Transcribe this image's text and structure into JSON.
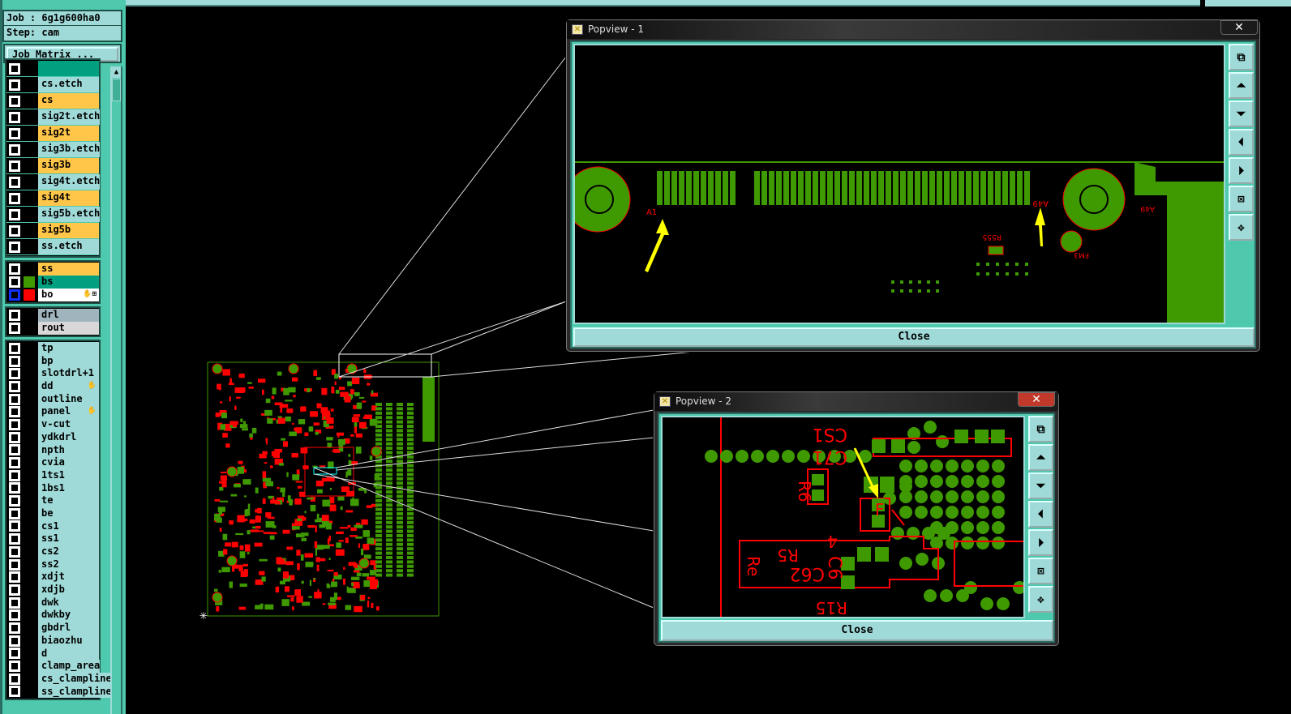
{
  "job": {
    "job_label": "Job : 6g1g600ha0",
    "step_label": "Step: cam",
    "matrix_button": "Job Matrix ..."
  },
  "colors": {
    "board_bg": "#000000",
    "panel": "#4fc9ad",
    "light": "#9fdad8",
    "signal": "#ffc64a",
    "copper_green": "#3f9900",
    "pad_red": "#ff0000",
    "arrow": "#ffff00"
  },
  "layer_groups": [
    [
      {
        "name": "",
        "color": "#00a080"
      },
      {
        "name": "cs.etch",
        "color": "#9fdad8"
      },
      {
        "name": "cs",
        "color": "#ffc64a"
      },
      {
        "name": "sig2t.etch",
        "color": "#9fdad8"
      },
      {
        "name": "sig2t",
        "color": "#ffc64a"
      },
      {
        "name": "sig3b.etch",
        "color": "#9fdad8"
      },
      {
        "name": "sig3b",
        "color": "#ffc64a"
      },
      {
        "name": "sig4t.etch",
        "color": "#9fdad8"
      },
      {
        "name": "sig4t",
        "color": "#ffc64a"
      },
      {
        "name": "sig5b.etch",
        "color": "#9fdad8"
      },
      {
        "name": "sig5b",
        "color": "#ffc64a"
      },
      {
        "name": "ss.etch",
        "color": "#9fdad8"
      }
    ],
    [
      {
        "name": "ss",
        "color": "#ffc64a"
      },
      {
        "name": "bs",
        "color": "#00a080",
        "swatch": "#3f9900"
      },
      {
        "name": "bo",
        "color": "#ffffff",
        "swatch": "#ff0000",
        "active": true,
        "icon": "✋⊞"
      }
    ],
    [
      {
        "name": "drl",
        "color": "#9fb4bc"
      },
      {
        "name": "rout",
        "color": "#d8d8d8"
      }
    ],
    [
      {
        "name": "tp",
        "color": "#9fdad8"
      },
      {
        "name": "bp",
        "color": "#9fdad8"
      },
      {
        "name": "slotdrl+1",
        "color": "#9fdad8"
      },
      {
        "name": "dd",
        "color": "#9fdad8",
        "icon": "✋"
      },
      {
        "name": "outline",
        "color": "#9fdad8"
      },
      {
        "name": "panel",
        "color": "#9fdad8",
        "icon": "✋"
      },
      {
        "name": "v-cut",
        "color": "#9fdad8"
      },
      {
        "name": "ydkdrl",
        "color": "#9fdad8"
      },
      {
        "name": "npth",
        "color": "#9fdad8"
      },
      {
        "name": "cvia",
        "color": "#9fdad8"
      },
      {
        "name": "1ts1",
        "color": "#9fdad8"
      },
      {
        "name": "1bs1",
        "color": "#9fdad8"
      },
      {
        "name": "te",
        "color": "#9fdad8"
      },
      {
        "name": "be",
        "color": "#9fdad8"
      },
      {
        "name": "cs1",
        "color": "#9fdad8"
      },
      {
        "name": "ss1",
        "color": "#9fdad8"
      },
      {
        "name": "cs2",
        "color": "#9fdad8"
      },
      {
        "name": "ss2",
        "color": "#9fdad8"
      },
      {
        "name": "xdjt",
        "color": "#9fdad8"
      },
      {
        "name": "xdjb",
        "color": "#9fdad8"
      },
      {
        "name": "dwk",
        "color": "#9fdad8"
      },
      {
        "name": "dwkby",
        "color": "#9fdad8"
      },
      {
        "name": "gbdrl",
        "color": "#9fdad8"
      },
      {
        "name": "biaozhu",
        "color": "#9fdad8"
      },
      {
        "name": "d",
        "color": "#9fdad8"
      },
      {
        "name": "clamp_area",
        "color": "#9fdad8"
      },
      {
        "name": "cs_clampline",
        "color": "#9fdad8"
      },
      {
        "name": "ss_clampline",
        "color": "#9fdad8"
      }
    ]
  ],
  "popview1": {
    "title": "Popview - 1",
    "close": "Close",
    "close_x": "✕",
    "labels": {
      "a1": "A1",
      "a49": "A49",
      "a49b": "A49",
      "r555": "R555",
      "fm3": "FM3"
    }
  },
  "popview2": {
    "title": "Popview - 2",
    "close": "Close",
    "close_x": "✕",
    "labels": {
      "cs1": "CS1",
      "c71": "C71",
      "r6": "R6",
      "f": "F",
      "r5": "R5",
      "re": "Re",
      "c62": "C62",
      "c6": "C6",
      "n4": "4",
      "r15": "R15"
    }
  },
  "tools": [
    "zoom-home",
    "pan-up",
    "pan-down",
    "pan-left",
    "pan-right",
    "zoom-in",
    "zoom-out"
  ],
  "tool_glyphs": [
    "⧉",
    "⏶",
    "⏷",
    "⏴",
    "⏵",
    "⊠",
    "✥"
  ]
}
